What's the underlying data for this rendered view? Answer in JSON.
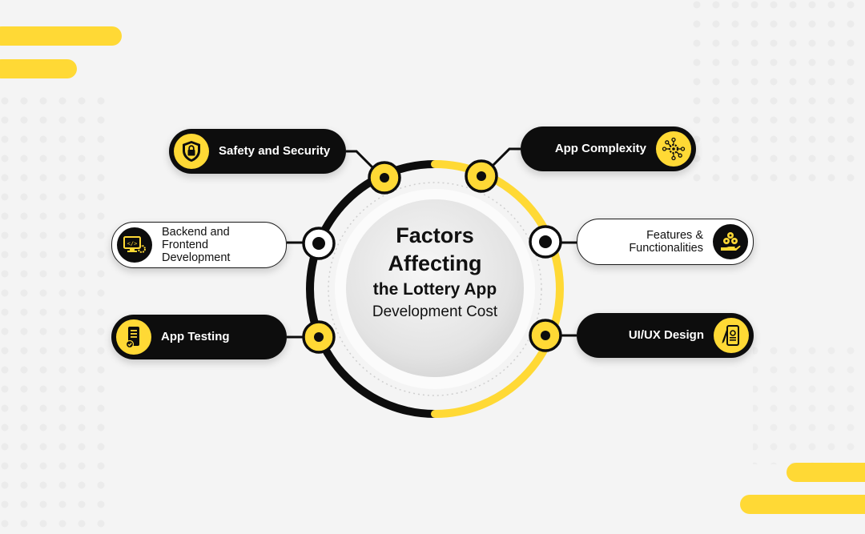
{
  "title": {
    "line1": "Factors",
    "line2": "Affecting",
    "line3": "the Lottery App",
    "line4": "Development Cost"
  },
  "factors_left": [
    {
      "label": "Safety and Security",
      "icon": "shield-lock-icon"
    },
    {
      "label_lines": [
        "Backend and",
        "Frontend",
        "Development"
      ],
      "icon": "code-monitor-icon"
    },
    {
      "label": "App Testing",
      "icon": "mobile-checklist-icon"
    }
  ],
  "factors_right": [
    {
      "label": "App Complexity",
      "icon": "network-gear-icon"
    },
    {
      "label_lines": [
        "Features &",
        "Functionalities"
      ],
      "icon": "hand-gears-icon"
    },
    {
      "label": "UI/UX Design",
      "icon": "design-phone-icon"
    }
  ],
  "colors": {
    "accent_yellow": "#ffd935",
    "dark": "#0d0d0d",
    "background": "#f4f4f4"
  }
}
